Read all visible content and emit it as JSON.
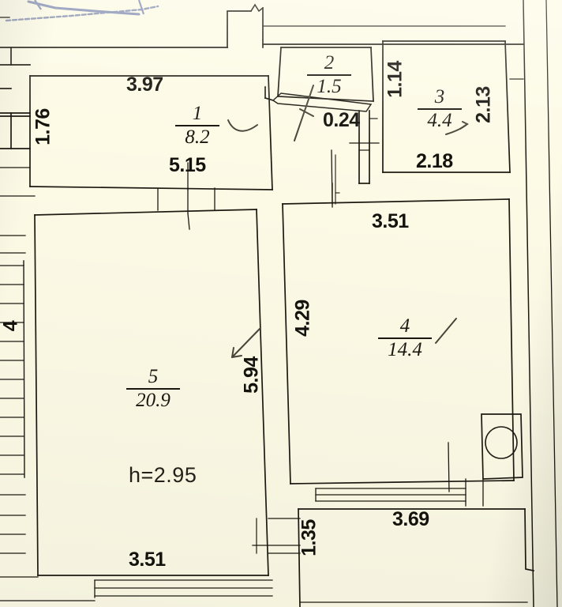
{
  "document": {
    "kind": "apartment-floor-plan-scan",
    "ceiling_note": "h=2.95",
    "background_color": "#fdfbe6",
    "ink_color": "#1a1710"
  },
  "rooms": [
    {
      "number": "1",
      "area": "8.2"
    },
    {
      "number": "2",
      "area": "1.5"
    },
    {
      "number": "3",
      "area": "4.4"
    },
    {
      "number": "4",
      "area": "14.4"
    },
    {
      "number": "5",
      "area": "20.9"
    }
  ],
  "dimensions": {
    "room1_top": "3.97",
    "room1_left": "1.76",
    "room1_bottom": "5.15",
    "room2_right_gap": "0.24",
    "room3_left": "1.14",
    "room3_right": "2.13",
    "room3_bottom": "2.18",
    "room4_top": "3.51",
    "room4_left": "4.29",
    "room5_right": "5.94",
    "room5_bottom": "3.51",
    "balcony_bottom": "3.69",
    "balcony_left": "1.35",
    "edge_partial": "4"
  },
  "annotations": {
    "ceiling_height": "h=2.95"
  }
}
